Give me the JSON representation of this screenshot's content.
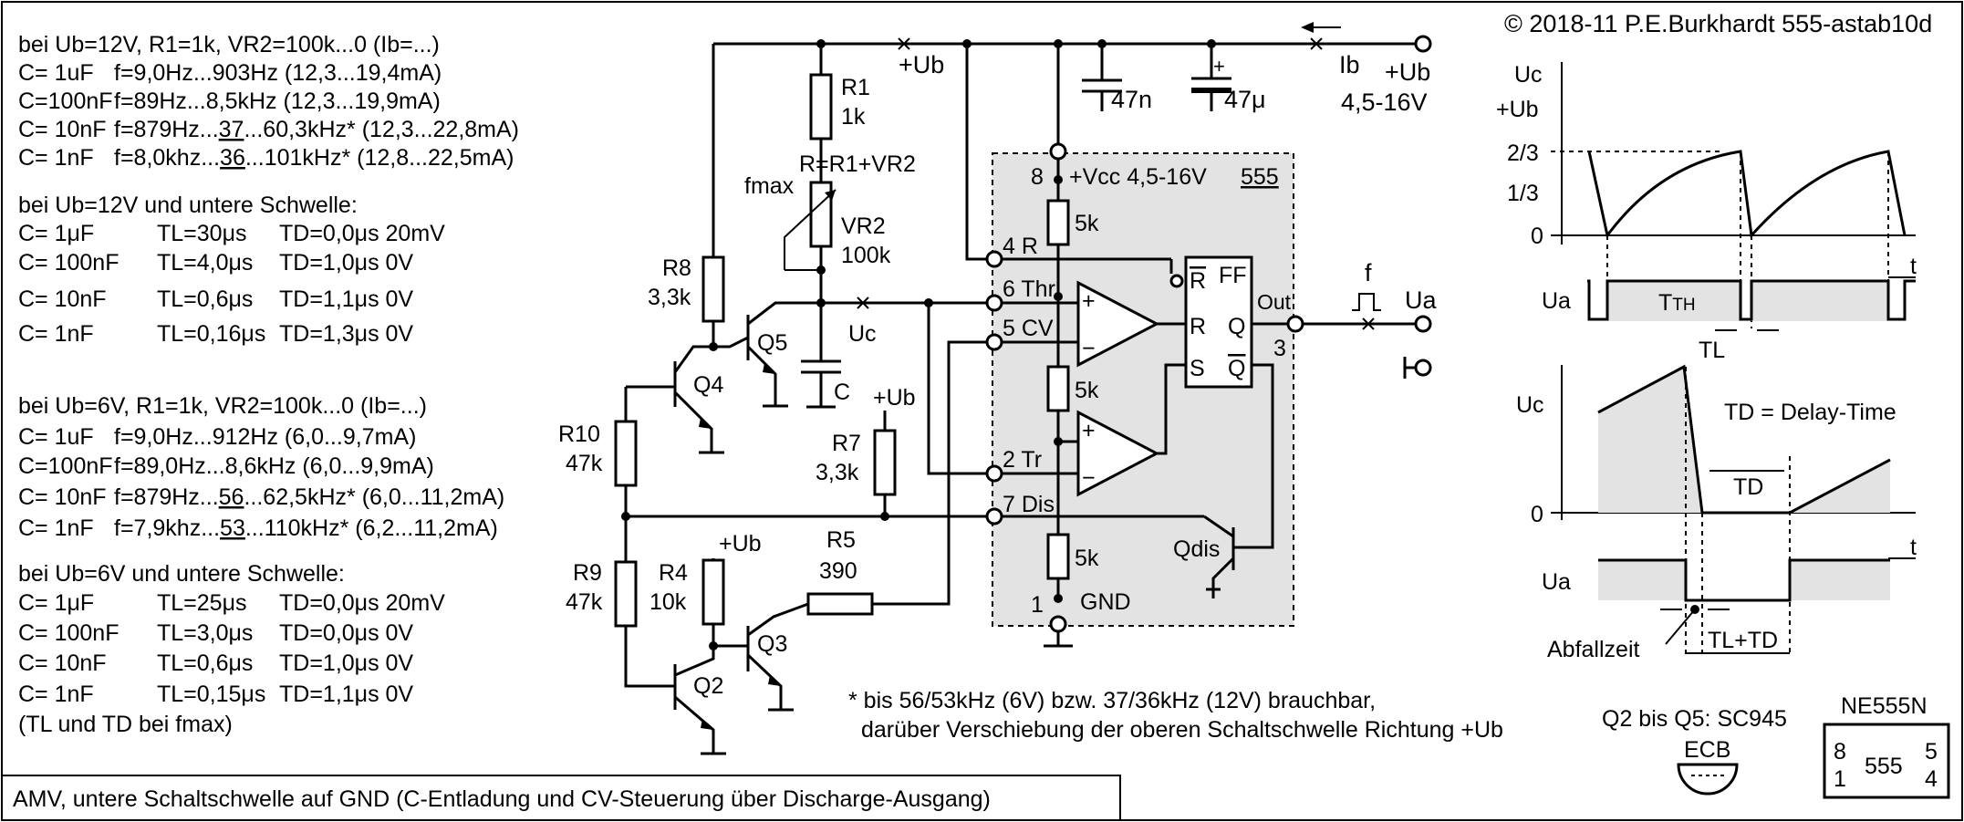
{
  "copyright": "© 2018-11 P.E.Burkhardt 555-astab10d",
  "caption": "AMV, untere Schaltschwelle auf GND (C-Entladung und CV-Steuerung über Discharge-Ausgang)",
  "table12": {
    "heading": "bei Ub=12V, R1=1k, VR2=100k...0 (Ib=...)",
    "rows": [
      {
        "c": "C=    1uF",
        "f": "f=9,0Hz...903Hz (12,3...19,4mA)"
      },
      {
        "c": "C=100nF",
        "f": "f=89Hz...8,5kHz (12,3...19,9mA)"
      },
      {
        "c": "C=  10nF",
        "f_pre": "f=879Hz...",
        "f_u": "37",
        "f_post": "...60,3kHz* (12,3...22,8mA)"
      },
      {
        "c": "C=    1nF",
        "f_pre": "f=8,0khz...",
        "f_u": "36",
        "f_post": "...101kHz* (12,8...22,5mA)"
      }
    ]
  },
  "schwelle12": {
    "heading": "bei Ub=12V und untere Schwelle:",
    "rows": [
      {
        "c": "C=     1μF",
        "tl": "TL=30μs",
        "td": "TD=0,0μs 20mV"
      },
      {
        "c": "C= 100nF",
        "tl": "TL=4,0μs",
        "td": "TD=1,0μs   0V"
      },
      {
        "c": "C=   10nF",
        "tl": "TL=0,6μs",
        "td": "TD=1,1μs   0V"
      },
      {
        "c": "C=     1nF",
        "tl": "TL=0,16μs",
        "td": "TD=1,3μs   0V"
      }
    ]
  },
  "table6": {
    "heading": "bei Ub=6V, R1=1k, VR2=100k...0 (Ib=...)",
    "rows": [
      {
        "c": "C=    1uF",
        "f": "f=9,0Hz...912Hz (6,0...9,7mA)"
      },
      {
        "c": "C=100nF",
        "f": "f=89,0Hz...8,6kHz (6,0...9,9mA)"
      },
      {
        "c": "C=  10nF",
        "f_pre": "f=879Hz...",
        "f_u": "56",
        "f_post": "...62,5kHz* (6,0...11,2mA)"
      },
      {
        "c": "C=    1nF",
        "f_pre": "f=7,9khz...",
        "f_u": "53",
        "f_post": "...110kHz* (6,2...11,2mA)"
      }
    ]
  },
  "schwelle6": {
    "heading": "bei Ub=6V und untere Schwelle:",
    "rows": [
      {
        "c": "C=     1μF",
        "tl": "TL=25μs",
        "td": "TD=0,0μs 20mV"
      },
      {
        "c": "C= 100nF",
        "tl": "TL=3,0μs",
        "td": "TD=0,0μs   0V"
      },
      {
        "c": "C=   10nF",
        "tl": "TL=0,6μs",
        "td": "TD=1,0μs   0V"
      },
      {
        "c": "C=     1nF",
        "tl": "TL=0,15μs",
        "td": "TD=1,1μs   0V"
      }
    ],
    "note": "(TL und TD bei fmax)"
  },
  "footnote": {
    "line1": "* bis 56/53kHz (6V) bzw. 37/36kHz (12V) brauchbar,",
    "line2": "darüber Verschiebung der oberen Schaltschwelle Richtung +Ub"
  },
  "components": {
    "r1": "R1",
    "r1_val": "1k",
    "r_formula": "R=R1+VR2",
    "fmax": "fmax",
    "vr2": "VR2",
    "vr2_val": "100k",
    "r8": "R8",
    "r8_val": "3,3k",
    "r10": "R10",
    "r10_val": "47k",
    "r9": "R9",
    "r9_val": "47k",
    "r4": "R4",
    "r4_val": "10k",
    "r5": "R5",
    "r5_val": "390",
    "r7": "R7",
    "r7_val": "3,3k",
    "q2": "Q2",
    "q3": "Q3",
    "q4": "Q4",
    "q5": "Q5",
    "qdis": "Qdis",
    "c": "C",
    "uc": "Uc",
    "ub_plus": "+Ub",
    "c47n": "47n",
    "c47u": "47μ",
    "ib": "Ib",
    "supply": "+Ub",
    "supply_range": "4,5-16V",
    "ua": "Ua",
    "f": "f"
  },
  "ic": {
    "name": "555",
    "pin8": "8",
    "vcc": "+Vcc  4,5-16V",
    "pin4": "4 R",
    "pin6": "6 Thr",
    "pin5": "5 CV",
    "pin2": "2 Tr",
    "pin7": "7 Dis",
    "pin1": "1",
    "gnd": "GND",
    "r5k": "5k",
    "ff": "FF",
    "r_bar": "R",
    "r": "R",
    "s": "S",
    "q": "Q",
    "q_bar": "Q",
    "out": "Out",
    "pin3": "3",
    "plus": "+",
    "minus": "−"
  },
  "timing1": {
    "uc": "Uc",
    "ub": "+Ub",
    "v23": "2/3",
    "v13": "1/3",
    "v0": "0",
    "t": "t",
    "ua": "Ua",
    "th": "TH",
    "tl": "TL"
  },
  "timing2": {
    "uc": "Uc",
    "td_title": "TD = Delay-Time",
    "td": "TD",
    "v0": "0",
    "t": "t",
    "ua": "Ua",
    "abfallzeit": "Abfallzeit",
    "tltd": "TL+TD"
  },
  "pinout": {
    "q_note": "Q2 bis Q5: SC945",
    "ecb": "ECB",
    "chip": "NE555N",
    "p8": "8",
    "p1": "1",
    "label": "555",
    "p5": "5",
    "p4": "4"
  }
}
